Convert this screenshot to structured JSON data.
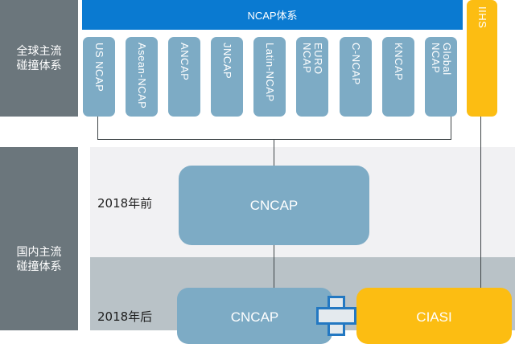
{
  "global_section": {
    "label_line1": "全球主流",
    "label_line2": "碰撞体系",
    "header": "NCAP体系",
    "ncap_programs": [
      {
        "label": "US NCAP"
      },
      {
        "label": "Asean-NCAP"
      },
      {
        "label": "ANCAP"
      },
      {
        "label": "JNCAP"
      },
      {
        "label": "Latin-NCAP"
      },
      {
        "label": "EURO\nNCAP"
      },
      {
        "label": "C-NCAP"
      },
      {
        "label": "KNCAP"
      },
      {
        "label": "Global\nNCAP"
      }
    ],
    "iihs": "IIHS"
  },
  "domestic_section": {
    "label_line1": "国内主流",
    "label_line2": "碰撞体系",
    "before": {
      "era": "2018年前",
      "box": "CNCAP"
    },
    "after": {
      "era": "2018年后",
      "box_left": "CNCAP",
      "box_right": "CIASI",
      "connector": "plus-icon"
    }
  },
  "colors": {
    "side_gray": "#6b767c",
    "ncap_blue": "#0a7ad1",
    "box_blue": "#7dabc5",
    "iihs_yellow": "#fcbd12",
    "light_bg": "#f1f1f3",
    "dark_bg": "#b9c2c7"
  }
}
